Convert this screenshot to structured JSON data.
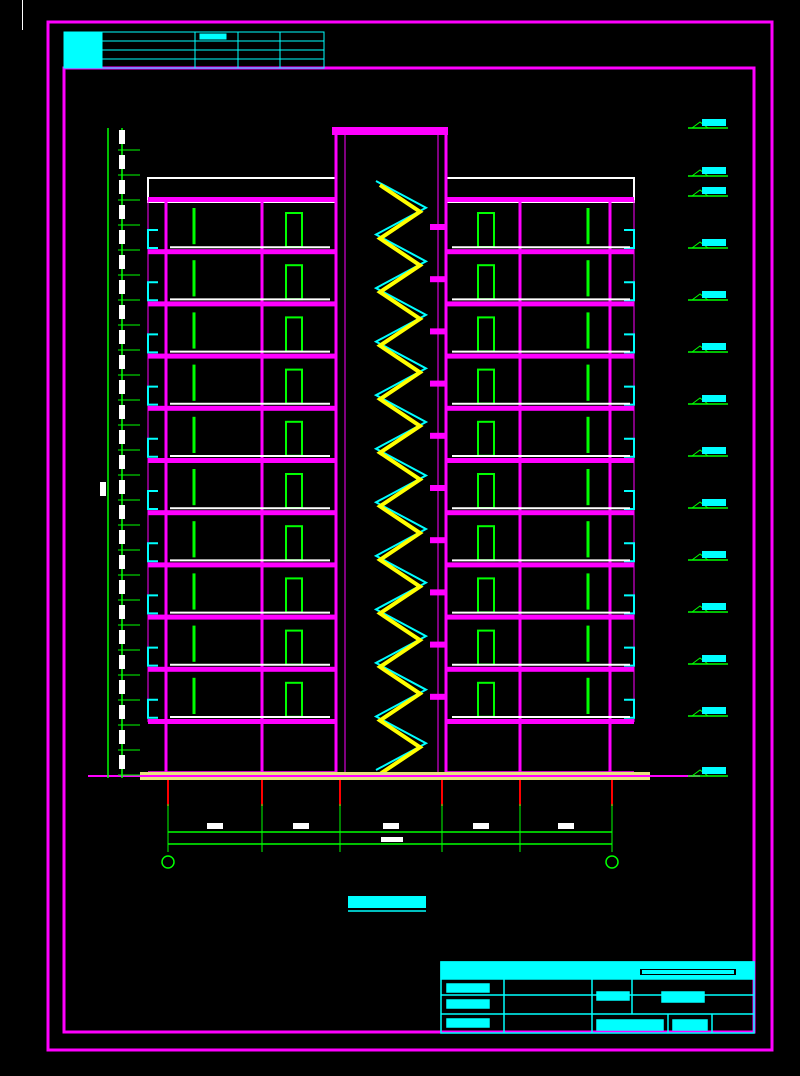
{
  "colors": {
    "background": "#000000",
    "border": "#ff00ff",
    "wall": "#ff00ff",
    "window": "#00ff00",
    "stair_inner": "#ffff00",
    "stair_outer": "#00ffff",
    "balcony": "#00ffff",
    "slab_highlight": "#ffffff",
    "dimension": "#00ff00",
    "title_block": "#00ffff",
    "axis_grid": "#ff0000"
  },
  "drawing": {
    "floor_count": 11,
    "axis_bubbles": [
      {
        "name": "axis-bubble-a"
      },
      {
        "name": "axis-bubble-f"
      }
    ]
  }
}
